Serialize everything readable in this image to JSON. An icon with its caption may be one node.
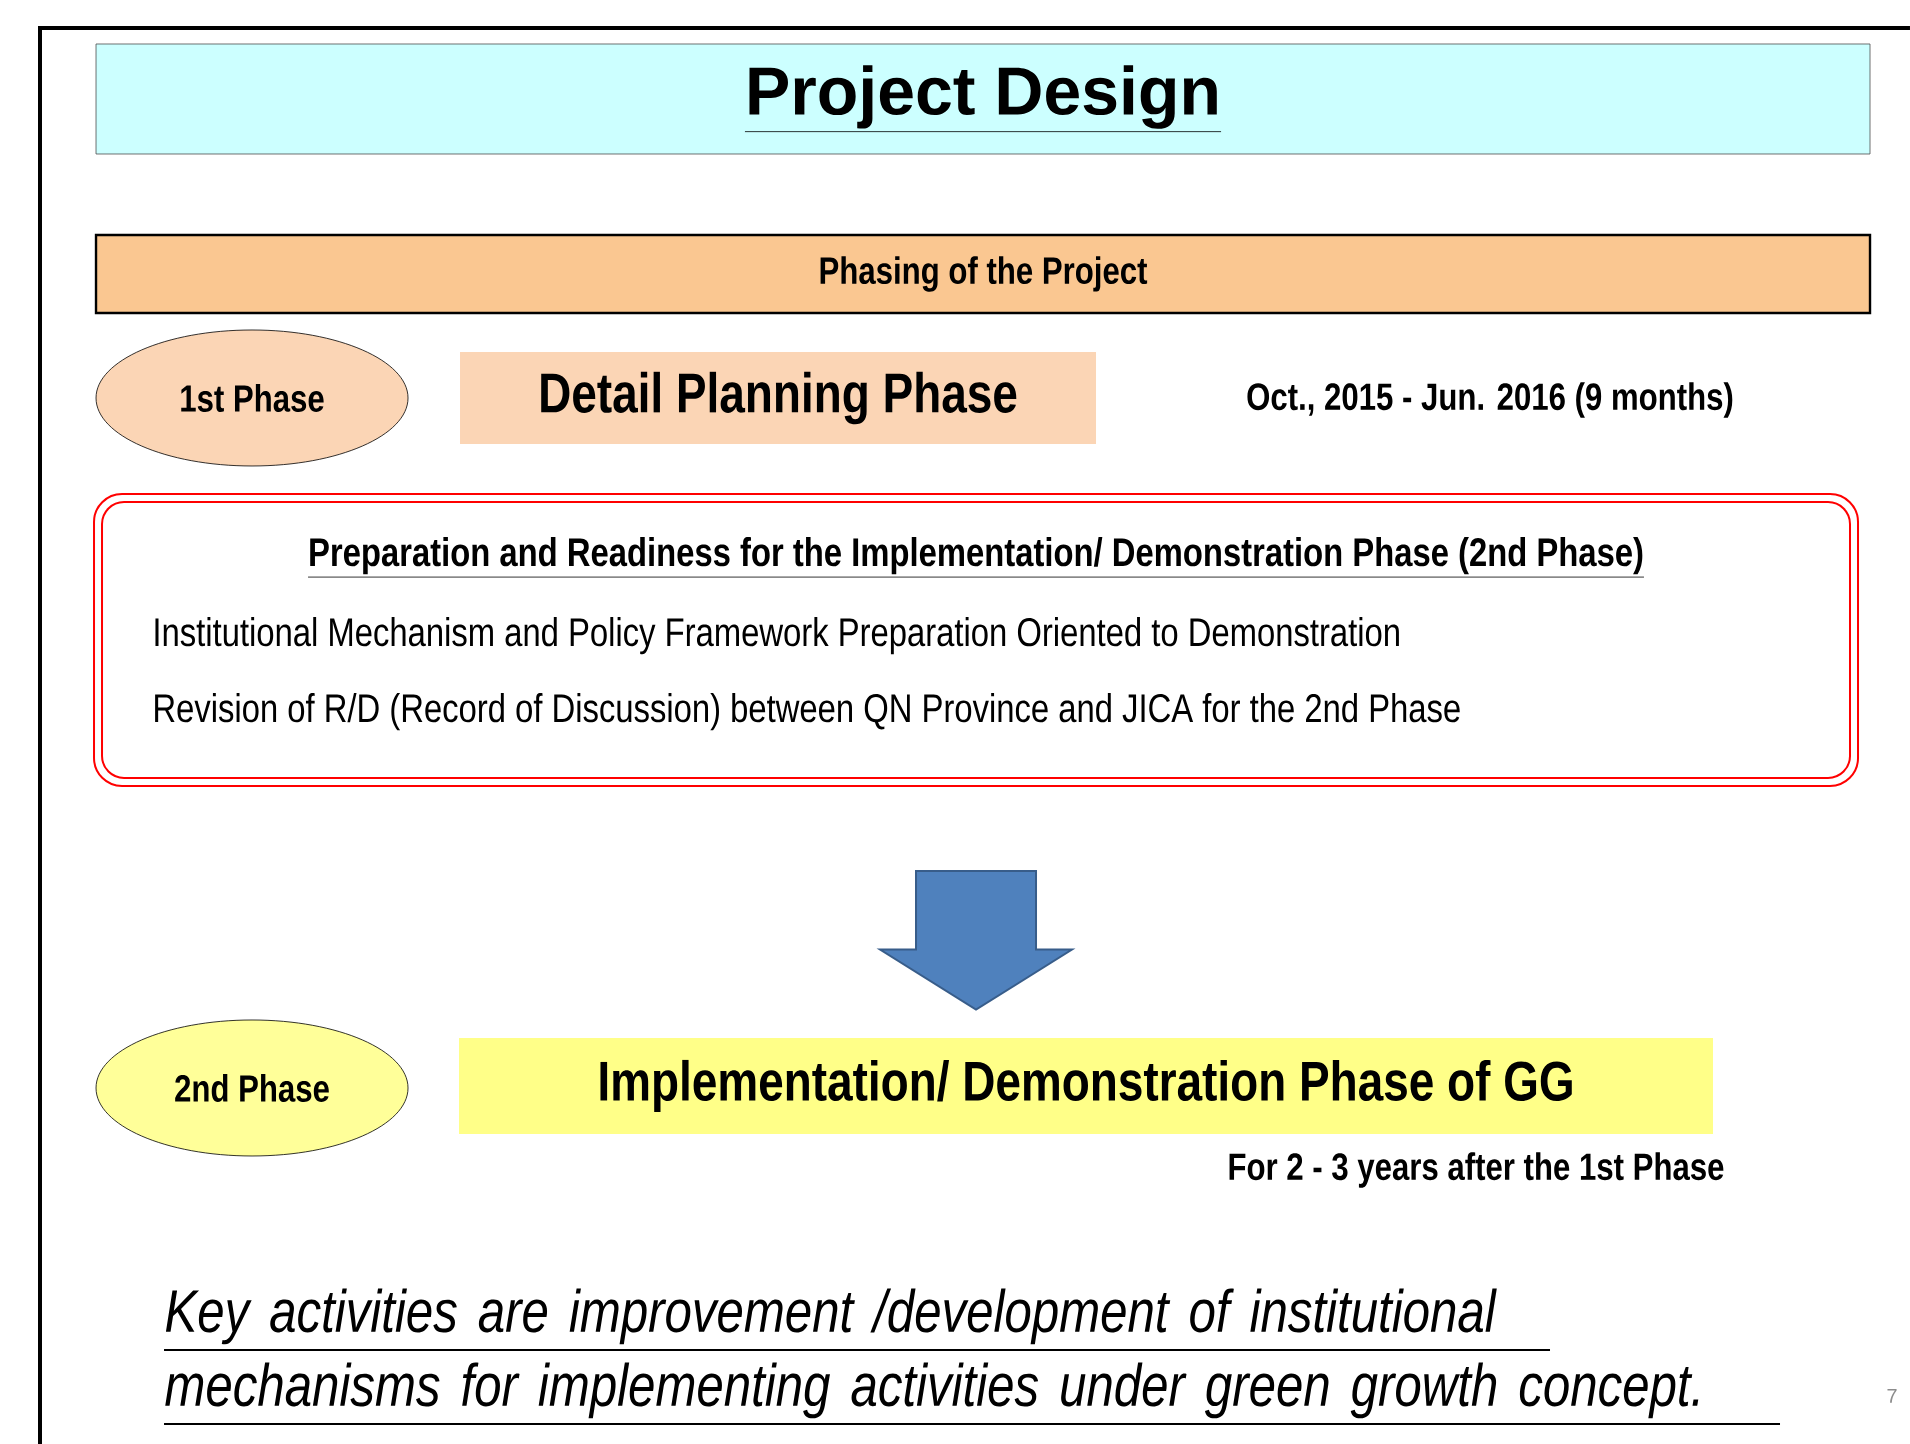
{
  "diagram": {
    "title": "Project Design",
    "nodes": [
      {
        "text": [
          "Phasing of the Project"
        ]
      },
      {
        "text": [
          "1st Phase"
        ]
      },
      {
        "text": [
          "Detail Planning Phase"
        ]
      },
      {
        "text": [
          "Preparation and Readiness for the Implementation/ Demonstration Phase (2nd Phase)",
          "Institutional Mechanism and Policy Framework Preparation Oriented to Demonstration",
          "Revision of R/D (Record of Discussion) between QN Province and JICA for the 2nd Phase"
        ]
      },
      {
        "text": [
          "2nd Phase"
        ]
      },
      {
        "text": [
          "Implementation/ Demonstration Phase of GG"
        ]
      }
    ],
    "edges": [
      {
        "from": 3,
        "to": 5,
        "arrow": "to"
      }
    ],
    "labels": [
      "Oct., 2015 - Jun. 2016 (9 months)",
      "For 2 - 3 years after the 1st Phase",
      "Key activities are improvement /development of institutional mechanisms for implementing activities under green growth concept.",
      "7"
    ]
  }
}
